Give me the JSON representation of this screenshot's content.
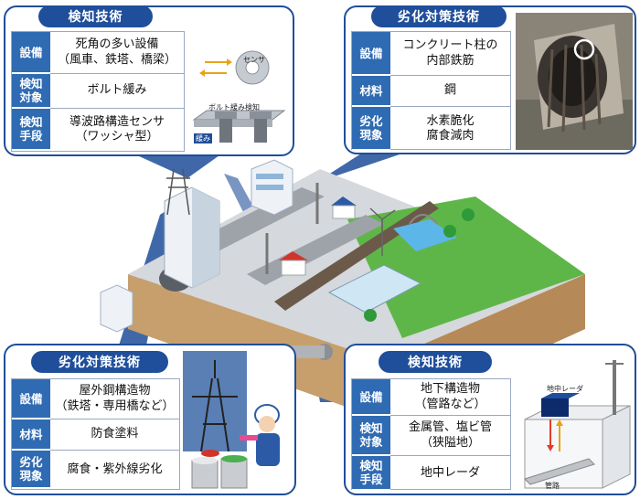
{
  "panels": {
    "tl": {
      "title": "検知技術",
      "rows": [
        {
          "key": "設備",
          "value": "死角の多い設備\n（風車、鉄塔、橋梁）"
        },
        {
          "key": "検知\n対象",
          "value": "ボルト緩み"
        },
        {
          "key": "検知\n手段",
          "value": "導波路構造センサ\n（ワッシャ型）"
        }
      ],
      "illustration": {
        "sensor_label": "センサ",
        "detect_label": "ボルト緩み検知",
        "loose_label": "緩み"
      }
    },
    "tr": {
      "title": "劣化対策技術",
      "rows": [
        {
          "key": "設備",
          "value": "コンクリート柱の\n内部鉄筋"
        },
        {
          "key": "材料",
          "value": "鋼"
        },
        {
          "key": "劣化\n現象",
          "value": "水素脆化\n腐食減肉"
        }
      ]
    },
    "bl": {
      "title": "劣化対策技術",
      "rows": [
        {
          "key": "設備",
          "value": "屋外鋼構造物\n（鉄塔・専用橋など）"
        },
        {
          "key": "材料",
          "value": "防食塗料"
        },
        {
          "key": "劣化\n現象",
          "value": "腐食・紫外線劣化"
        }
      ]
    },
    "br": {
      "title": "検知技術",
      "rows": [
        {
          "key": "設備",
          "value": "地下構造物\n（管路など）"
        },
        {
          "key": "検知\n対象",
          "value": "金属管、塩ビ管\n（狭隘地）"
        },
        {
          "key": "検知\n手段",
          "value": "地中レーダ"
        }
      ],
      "illustration": {
        "radar_label": "地中レーダ",
        "pipe_label": "管路"
      }
    }
  },
  "colors": {
    "frame": "#1f4e9a",
    "key_bg": "#2f6bb3",
    "grass": "#5fb648",
    "soil": "#c9a67a"
  }
}
